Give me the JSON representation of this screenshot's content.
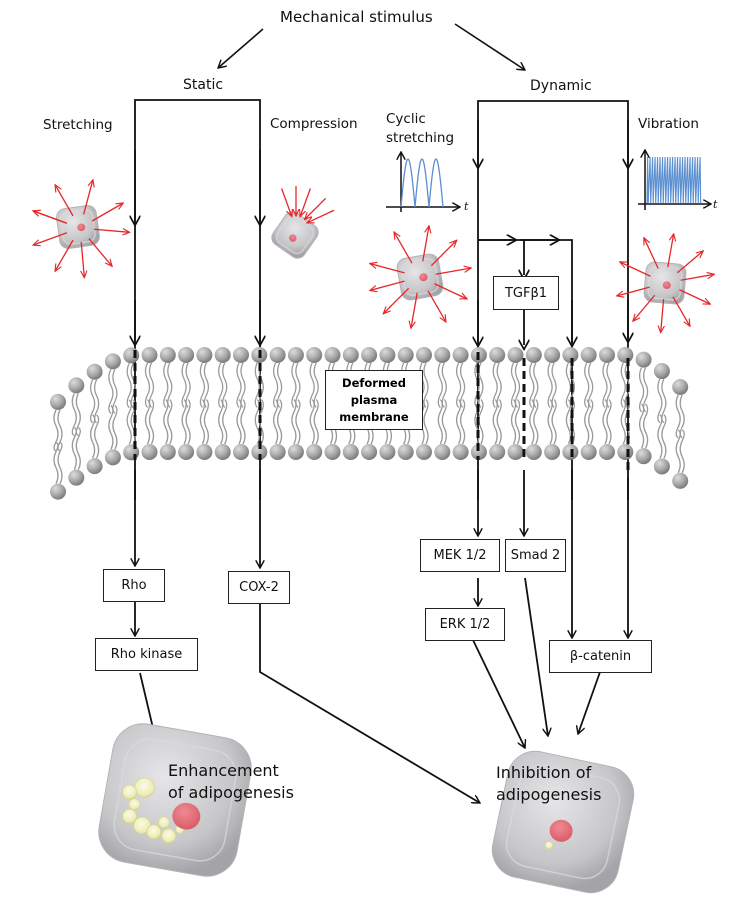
{
  "title": "Mechanical stimulus",
  "branches": {
    "static": {
      "label": "Static",
      "types": [
        {
          "label": "Stretching",
          "cell": "stretched-cell"
        },
        {
          "label": "Compression",
          "cell": "compressed-cell"
        }
      ]
    },
    "dynamic": {
      "label": "Dynamic",
      "types": [
        {
          "label_line1": "Cyclic",
          "label_line2": "stretching",
          "graph": "sine-wave",
          "axis_label": "t"
        },
        {
          "label": "Vibration",
          "graph": "high-frequency-wave",
          "axis_label": "t"
        }
      ]
    }
  },
  "membrane": {
    "label_line1": "Deformed",
    "label_line2": "plasma",
    "label_line3": "membrane"
  },
  "nodes": {
    "tgfb1": "TGFβ1",
    "rho": "Rho",
    "rho_kinase": "Rho kinase",
    "cox2": "COX-2",
    "mek": "MEK 1/2",
    "smad2": "Smad 2",
    "erk": "ERK 1/2",
    "beta_catenin": "β-catenin"
  },
  "outcomes": {
    "enhancement": {
      "line1": "Enhancement",
      "line2": "of adipogenesis"
    },
    "inhibition": {
      "line1": "Inhibition of",
      "line2": "adipogenesis"
    }
  },
  "colors": {
    "arrow": "#111111",
    "force_arrow": "#e8262a",
    "wave": "#5b8fd0",
    "cell_body": "#c9c9cc",
    "nucleus": "#e4707a",
    "lipid_droplet": "#f1f0c4",
    "lipid_head": "#a9a9a9"
  }
}
